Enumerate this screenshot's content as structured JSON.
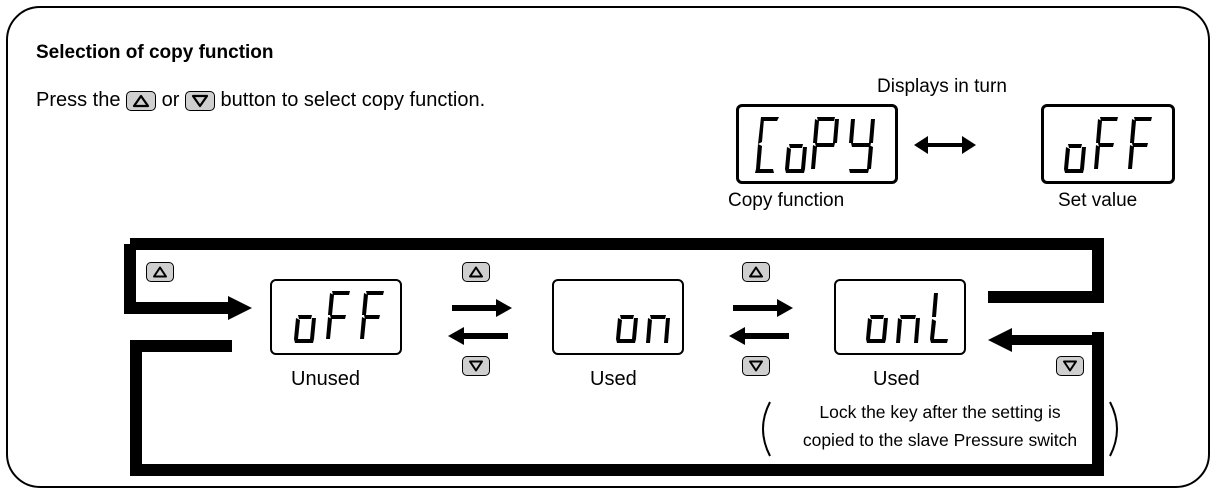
{
  "title": "Selection of copy function",
  "instruction": {
    "prefix": "Press the",
    "middle": "or",
    "suffix": "button to select copy function."
  },
  "displays_in_turn": {
    "caption": "Displays in turn",
    "left_display": "CoPY",
    "left_label": "Copy function",
    "right_display": "oFF",
    "right_label": "Set value"
  },
  "states": [
    {
      "display": "oFF",
      "label": "Unused"
    },
    {
      "display": "on",
      "label": "Used"
    },
    {
      "display": "onL",
      "label": "Used"
    }
  ],
  "note": {
    "line1": "Lock the key after the setting is",
    "line2": "copied to the slave Pressure switch"
  },
  "icons": {
    "up_button": "up-triangle-button-icon",
    "down_button": "down-triangle-button-icon",
    "bidirectional_arrow": "double-headed-arrow-icon"
  },
  "colors": {
    "button_fill": "#cfcfcf",
    "ink": "#000000"
  }
}
